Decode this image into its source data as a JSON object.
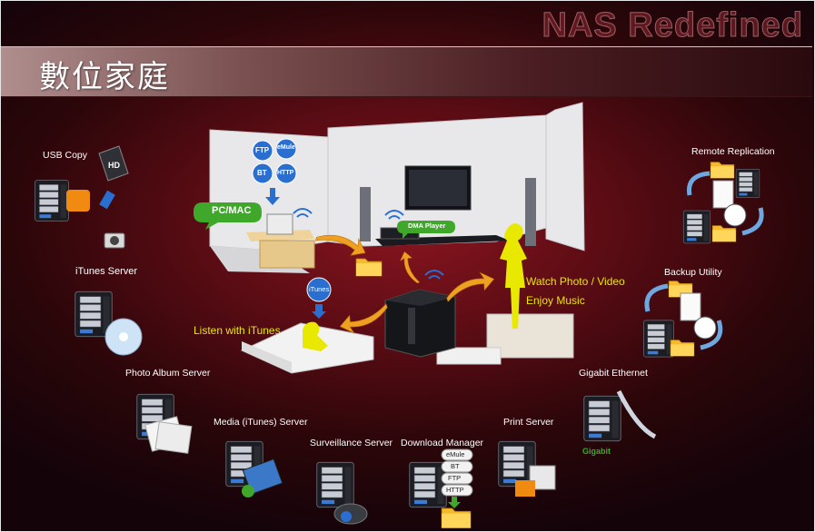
{
  "brand": "NAS Redefined",
  "title": "數位家庭",
  "features": {
    "usb_copy": "USB Copy",
    "usb_hd": "HD",
    "itunes_server": "iTunes Server",
    "photo_album_server": "Photo Album Server",
    "media_itunes_server": "Media (iTunes) Server",
    "surveillance_server": "Surveillance Server",
    "download_manager": "Download Manager",
    "print_server": "Print Server",
    "gigabit_ethernet": "Gigabit Ethernet",
    "gigabit": "Gigabit",
    "backup_utility": "Backup Utility",
    "remote_replication": "Remote Replication"
  },
  "scene": {
    "pc_mac": "PC/MAC",
    "dlna_player": "DMA Player",
    "listen_with_itunes": "Listen with iTunes",
    "itunes_bubble": "iTunes",
    "watch_photo_video": "Watch Photo / Video",
    "enjoy_music": "Enjoy Music",
    "protocols": [
      "FTP",
      "eMule",
      "BT",
      "HTTP"
    ]
  },
  "download_tags": [
    "eMule",
    "BT",
    "FTP",
    "HTTP"
  ],
  "colors": {
    "accent_green": "#3fa82a",
    "accent_blue": "#2a6fd0",
    "accent_yellow": "#e8e800",
    "arrow_orange": "#f0a020"
  }
}
